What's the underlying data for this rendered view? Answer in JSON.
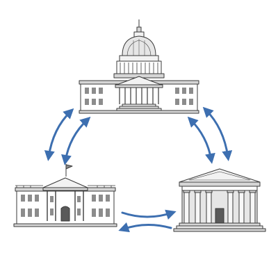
{
  "diagram": {
    "nodes": [
      {
        "id": "capitol",
        "icon": "capitol-building-icon"
      },
      {
        "id": "white-house",
        "icon": "white-house-icon"
      },
      {
        "id": "supreme-court",
        "icon": "supreme-court-icon"
      }
    ],
    "edges": [
      {
        "from": "capitol",
        "to": "white-house",
        "direction": "bidirectional"
      },
      {
        "from": "capitol",
        "to": "supreme-court",
        "direction": "bidirectional"
      },
      {
        "from": "white-house",
        "to": "supreme-court",
        "direction": "bidirectional"
      }
    ]
  },
  "colors": {
    "arrow": "#3d6fb0",
    "stroke": "#3a3a3a",
    "fill_light": "#f2f2f2",
    "fill_mid": "#d6d6d6",
    "fill_dark": "#8c8c8c"
  }
}
